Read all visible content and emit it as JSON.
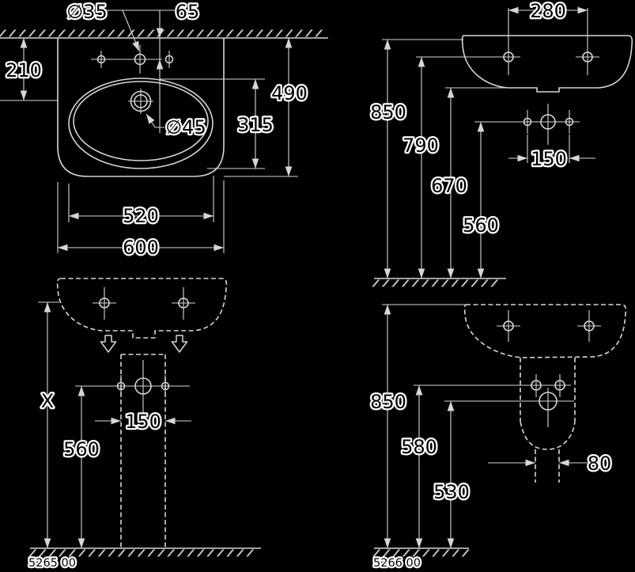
{
  "drawing": {
    "background": "#000000",
    "line_color": "#d6d6d6",
    "text_fill": "#000000",
    "text_halo": "#ffffff",
    "views": {
      "plan": {
        "dims": {
          "faucet_hole_dia": "∅35",
          "faucet_offset": "65",
          "rear_depth": "210",
          "overall_depth": "490",
          "bowl_depth": "315",
          "drain_dia": "∅45",
          "inner_width": "520",
          "overall_width": "600"
        }
      },
      "front_wall_mounted": {
        "dims": {
          "fixing_hole_spacing": "280",
          "rim_height": "850",
          "fixing_hole_height": "790",
          "body_bottom_height": "670",
          "bracket_height": "560",
          "bracket_hole_spacing": "150"
        }
      },
      "front_with_pedestal": {
        "model_number": "5265 00",
        "dims": {
          "fixing_height": "X",
          "pedestal_hole_spacing": "150",
          "pedestal_hole_height": "560"
        }
      },
      "side_with_pedestal": {
        "model_number": "5266 00",
        "dims": {
          "rim_height": "850",
          "fixing_height": "580",
          "outlet_height": "530",
          "outlet_offset": "80"
        }
      }
    }
  }
}
